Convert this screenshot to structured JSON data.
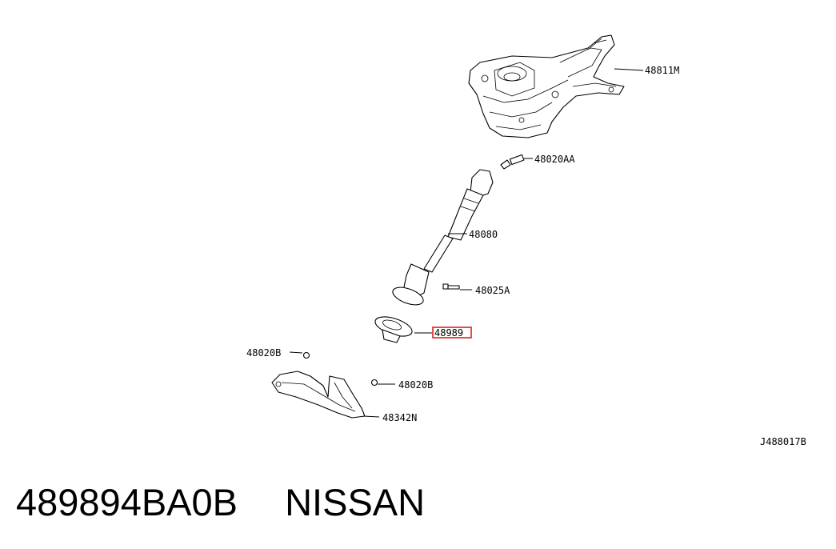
{
  "diagram": {
    "callouts": {
      "steering_column": "48811M",
      "bolt_upper": "48020AA",
      "lower_shaft": "48080",
      "bolt_lower_shaft": "48025A",
      "hole_cover_seal": "48989",
      "nut_left": "48020B",
      "nut_right": "48020B",
      "column_cover": "48342N"
    },
    "drawing_code": "J488017B",
    "highlight_color": "#e02020"
  },
  "footer": {
    "part_number": "489894BA0B",
    "brand": "NISSAN"
  }
}
